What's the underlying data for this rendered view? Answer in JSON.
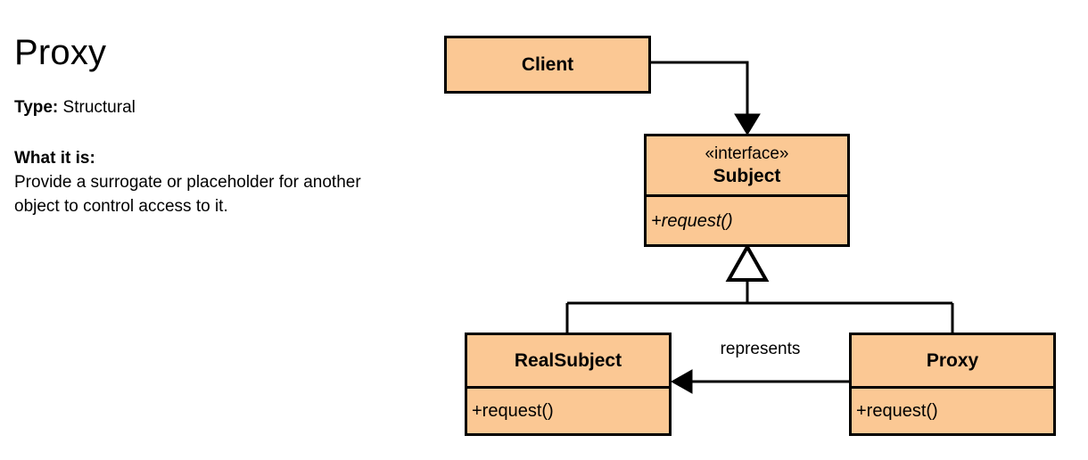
{
  "info": {
    "title": "Proxy",
    "type_label": "Type:",
    "type_value": "Structural",
    "what_heading": "What it is:",
    "what_text": "Provide a surrogate or placeholder for another object to control access to it."
  },
  "diagram": {
    "kind": "uml-class-diagram",
    "box_fill": "#fbc894",
    "box_stroke": "#000000",
    "classes": [
      {
        "id": "client",
        "name": "Client",
        "stereotype": "",
        "members": []
      },
      {
        "id": "subject",
        "name": "Subject",
        "stereotype": "«interface»",
        "members": [
          "+request()"
        ]
      },
      {
        "id": "realsubject",
        "name": "RealSubject",
        "stereotype": "",
        "members": [
          "+request()"
        ]
      },
      {
        "id": "proxy",
        "name": "Proxy",
        "stereotype": "",
        "members": [
          "+request()"
        ]
      }
    ],
    "relationships": [
      {
        "id": "client-subject",
        "from": "client",
        "to": "subject",
        "type": "dependency-arrow",
        "label": ""
      },
      {
        "id": "realsubject-subject",
        "from": "realsubject",
        "to": "subject",
        "type": "generalization",
        "label": ""
      },
      {
        "id": "proxy-subject",
        "from": "proxy",
        "to": "subject",
        "type": "generalization",
        "label": ""
      },
      {
        "id": "proxy-realsubject",
        "from": "proxy",
        "to": "realsubject",
        "type": "association-arrow",
        "label": "represents"
      }
    ],
    "association_label": "represents"
  }
}
